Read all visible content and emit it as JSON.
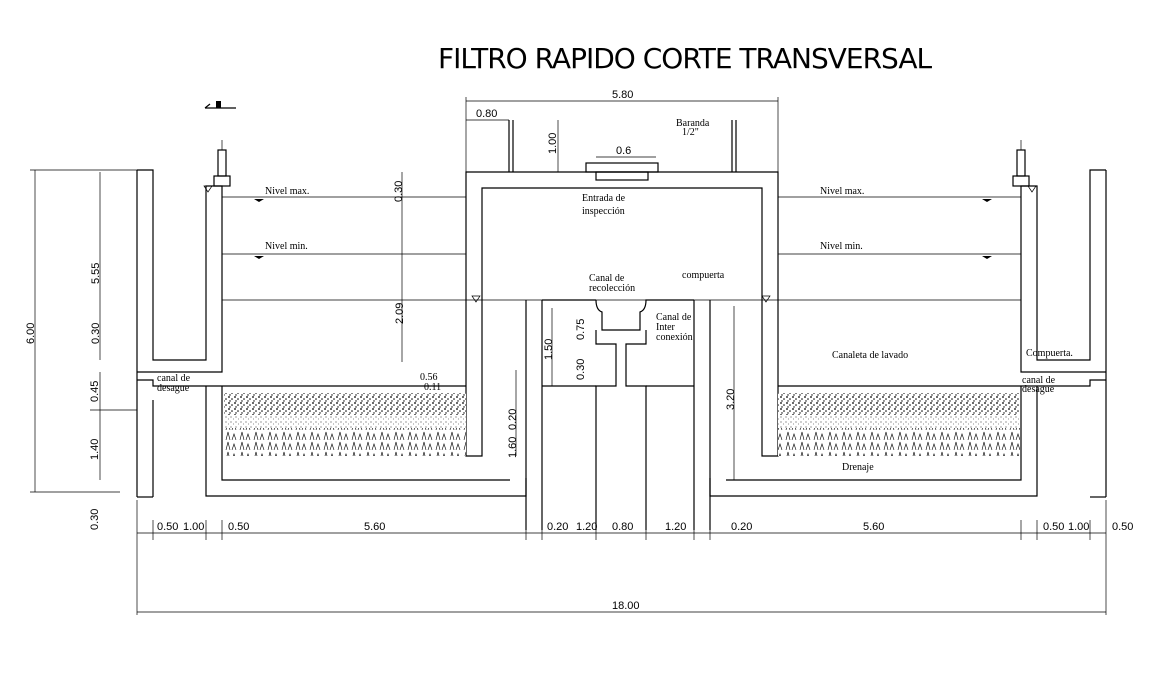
{
  "title": "FILTRO RAPIDO CORTE TRANSVERSAL",
  "labels": {
    "barandas": "Baranda",
    "barandas_dim": "1/2\"",
    "acceso": "Entrada de",
    "acceso2": "inspección",
    "nivel_max_l": "Nivel max.",
    "nivel_min_l": "Nivel min.",
    "nivel_max_r": "Nivel max.",
    "nivel_min_r": "Nivel min.",
    "canal_recoleccion": "Canal de",
    "canal_recoleccion2": "recolección",
    "compuerta_top": "compuerta",
    "canal_inter": "Canal de",
    "canal_inter2": "Inter",
    "canal_inter3": "conexión",
    "canaleta_lavado": "Canaleta de lavado",
    "compuerta_right": "Compuerta.",
    "canal_desague_l": "canal de",
    "canal_desague_l2": "desague",
    "canal_desague_r": "canal de",
    "canal_desague_r2": "desague",
    "drenaje": "Drenaje",
    "small_056": "0.56",
    "small_011": "0.11"
  },
  "dimensions": {
    "top_total": "5.80",
    "top_left": "0.80",
    "top_100": "1.00",
    "top_06": "0.6",
    "left_600": "6.00",
    "left_555": "5.55",
    "left_030a": "0.30",
    "left_045": "0.45",
    "left_140": "1.40",
    "left_030b": "0.30",
    "mid_030": "0.30",
    "mid_209": "2.09",
    "mid_150": "1.50",
    "mid_075": "0.75",
    "mid_030b": "0.30",
    "mid_020": "0.20",
    "mid_160": "1.60",
    "mid_320": "3.20",
    "bot": [
      "0.50",
      "1.00",
      "0.50",
      "5.60",
      "0.20",
      "1.20",
      "0.80",
      "1.20",
      "0.20",
      "5.60",
      "0.50",
      "1.00",
      "0.50"
    ],
    "total": "18.00"
  }
}
